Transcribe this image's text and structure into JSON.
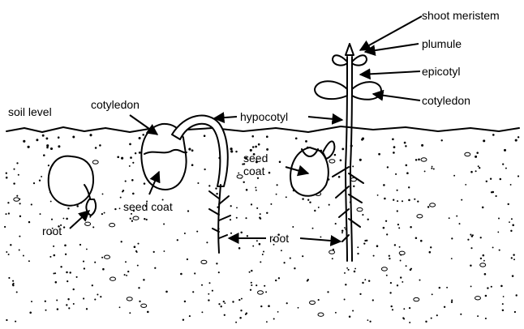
{
  "labels": {
    "soil_level": "soil level",
    "cotyledon_left": "cotyledon",
    "hypocotyl": "hypocotyl",
    "seed_coat_left": "seed coat",
    "seed_coat_right_line1": "seed",
    "seed_coat_right_line2": "coat",
    "root_left": "root",
    "root_center": "root",
    "shoot_meristem": "shoot meristem",
    "plumule": "plumule",
    "epicotyl": "epicotyl",
    "cotyledon_right": "cotyledon"
  },
  "colors": {
    "ink": "#000000",
    "paper": "#ffffff"
  }
}
